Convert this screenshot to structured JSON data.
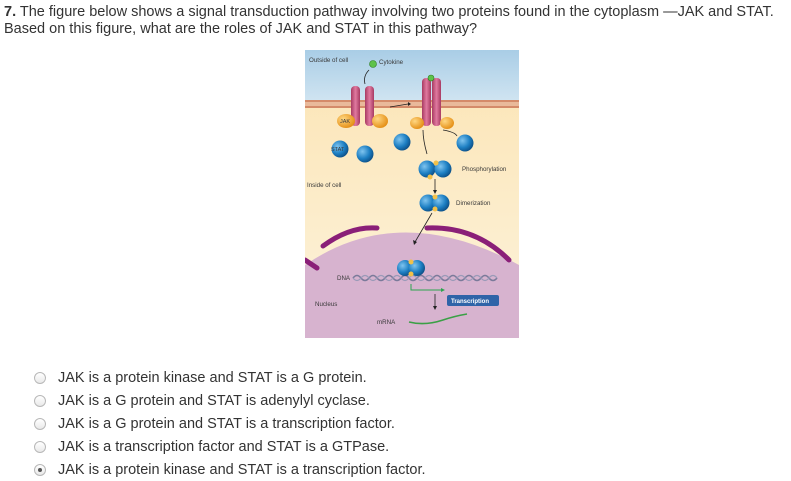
{
  "question": {
    "number": "7.",
    "text": "The figure below shows a signal transduction pathway involving two proteins found in the cytoplasm —JAK and STAT.  Based on this figure, what are the roles of JAK and STAT in this pathway?"
  },
  "figure": {
    "labels": {
      "outside": "Outside of cell",
      "cytokine": "Cytokine",
      "jak": "JAK",
      "stat": "STAT",
      "inside": "Inside of cell",
      "phosphorylation": "Phosphorylation",
      "dimerization": "Dimerization",
      "dna": "DNA",
      "nucleus": "Nucleus",
      "transcription": "Transcription",
      "mrna": "mRNA"
    },
    "colors": {
      "outside_bg": "#b9d7ec",
      "cytoplasm_bg": "#fbe9c4",
      "nucleus_bg": "#d9b8d2",
      "receptor": "#c8527a",
      "jak": "#f1a52a",
      "stat": "#1d7fc3",
      "phosphate": "#f2c14a",
      "transcription_badge": "#2f64a8"
    }
  },
  "choices": [
    {
      "label": "JAK is a protein kinase and STAT is a G protein.",
      "selected": false
    },
    {
      "label": "JAK is a G protein and STAT is adenylyl cyclase.",
      "selected": false
    },
    {
      "label": "JAK is a G protein and STAT is a transcription factor.",
      "selected": false
    },
    {
      "label": "JAK is a transcription factor and STAT is a GTPase.",
      "selected": false
    },
    {
      "label": "JAK is a protein kinase and STAT is a transcription factor.",
      "selected": true
    }
  ]
}
